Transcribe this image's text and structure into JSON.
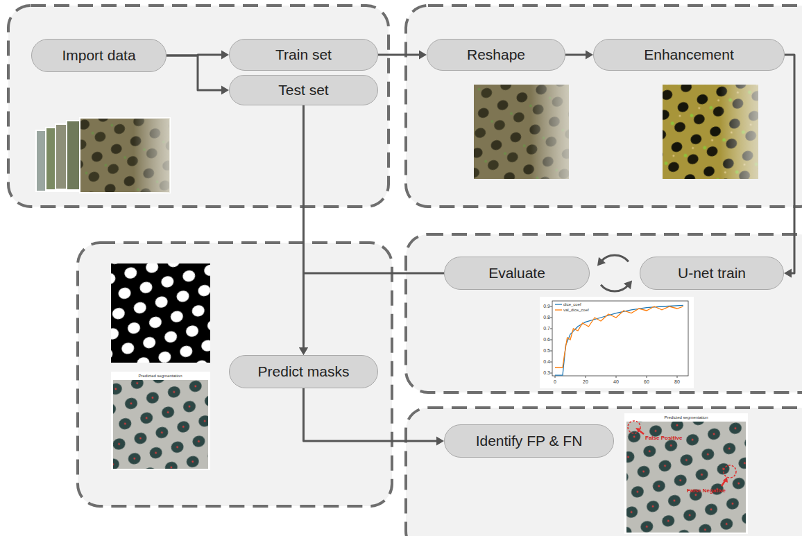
{
  "diagram": {
    "nodes": [
      {
        "text": [
          "Import data"
        ]
      },
      {
        "text": [
          "Train set"
        ]
      },
      {
        "text": [
          "Test set"
        ]
      },
      {
        "text": [
          "Reshape"
        ]
      },
      {
        "text": [
          "Enhancement"
        ]
      },
      {
        "text": [
          "Evaluate"
        ]
      },
      {
        "text": [
          "U-net train"
        ]
      },
      {
        "text": [
          "Predict masks"
        ]
      },
      {
        "text": [
          "Identify FP & FN"
        ]
      }
    ],
    "edges": [
      {
        "from": 0,
        "to": 1,
        "arrow": "to"
      },
      {
        "from": 0,
        "to": 2,
        "arrow": "to"
      },
      {
        "from": 1,
        "to": 3,
        "arrow": "to"
      },
      {
        "from": 3,
        "to": 4,
        "arrow": "to"
      },
      {
        "from": 4,
        "to": 6,
        "arrow": "to"
      },
      {
        "from": 6,
        "to": 5,
        "arrow": "both"
      },
      {
        "from": 5,
        "to": 7,
        "arrow": "to"
      },
      {
        "from": 2,
        "to": 7,
        "arrow": "to"
      },
      {
        "from": 7,
        "to": 8,
        "arrow": "to"
      }
    ],
    "labels": [
      "0.3",
      "0.4",
      "0.5",
      "0.6",
      "0.7",
      "0.8",
      "0.9",
      "0",
      "20",
      "40",
      "60",
      "80",
      "Predicted segmentation",
      "Predicted segmentation",
      "False Positive",
      "False Negative"
    ],
    "legend": [
      {
        "text": "dice_coef"
      },
      {
        "text": "val_dice_coef"
      }
    ]
  }
}
